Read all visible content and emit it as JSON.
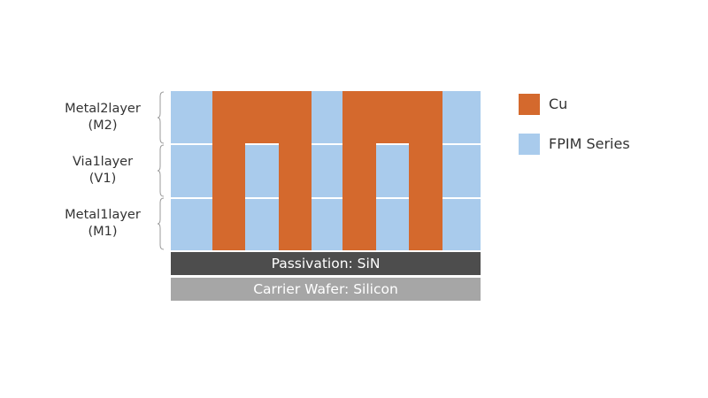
{
  "colors": {
    "cu": "#d4692d",
    "fpim": "#a9cbec",
    "passivation": "#4d4d4d",
    "carrier": "#a6a6a6"
  },
  "layers": [
    {
      "line1": "Metal2layer",
      "line2": "(M2)"
    },
    {
      "line1": "Via1layer",
      "line2": "(V1)"
    },
    {
      "line1": "Metal1layer",
      "line2": "(M1)"
    }
  ],
  "base": {
    "passivation": "Passivation: SiN",
    "carrier": "Carrier Wafer: Silicon"
  },
  "legend": [
    {
      "label": "Cu",
      "icon": "cu-swatch"
    },
    {
      "label": "FPIM Series",
      "icon": "fpim-swatch"
    }
  ]
}
